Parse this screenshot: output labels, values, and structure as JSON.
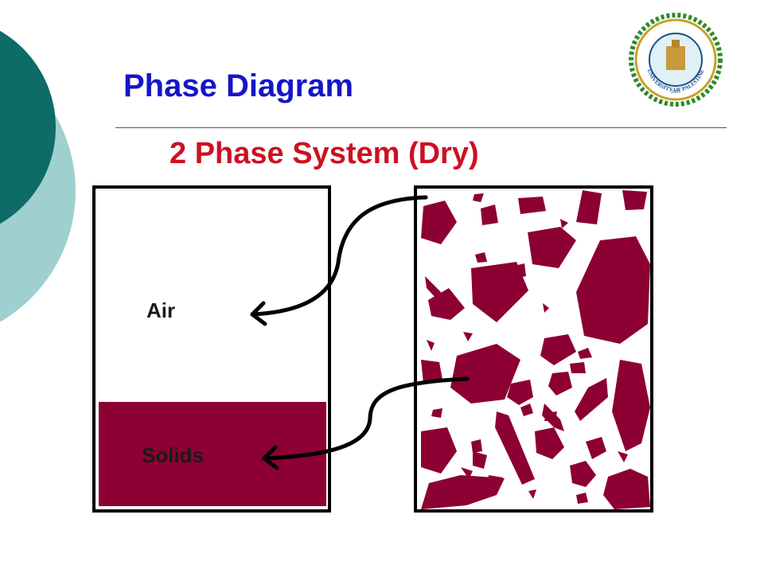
{
  "slide": {
    "title": "Phase Diagram",
    "subtitle": "2 Phase System (Dry)",
    "title_color": "#1515c8",
    "subtitle_color": "#cc1122",
    "accent_dark": "#0d6b68",
    "accent_light": "#9fd0cf"
  },
  "logo": {
    "icon": "university-of-palestine-seal-icon",
    "text": "UNIVERSITY OF PALESTINE",
    "year": "2003"
  },
  "diagram": {
    "air_label": "Air",
    "solids_label": "Solids",
    "solids_color": "#8c0033",
    "arrow_icon": "curved-arrow-icon"
  }
}
